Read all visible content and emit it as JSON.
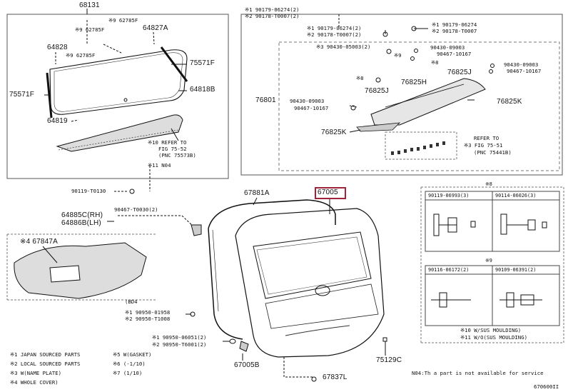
{
  "top_left": {
    "p68131": "68131",
    "p62785F_a": "※9 62785F",
    "p62785F_b": "※9 62785F",
    "p64827A": "64827A",
    "p64828": "64828",
    "p62785F_c": "※9 62785F",
    "p75571F_r": "75571F",
    "p75571F_l": "75571F",
    "p64818B": "64818B",
    "p64819": "64819",
    "refer_a": "※10 REFER TO",
    "refer_b": "FIG 75-52",
    "refer_c": "(PNC 75573B)",
    "n04": "※11 N04",
    "p90119": "90119-T0130"
  },
  "top_right": {
    "l1": "※1 90179-06274(2)",
    "l2": "※2 90178-T0007(2)",
    "l3": "※1 90179-06274(2)",
    "l4": "※2 90178-T0007(2)",
    "r1": "※1 90179-06274",
    "r2": "※2 90178-T0007",
    "m1": "※3 90430-05003(2)",
    "m2": "※9",
    "m3": "90430-09003",
    "m4": "90467-10167",
    "m5": "※8",
    "m6": "※8",
    "m7": "90430-09003",
    "m8": "90467-10167",
    "p76825J_a": "76825J",
    "p76825J_b": "76825J",
    "p76825H": "76825H",
    "p76801": "76801",
    "f1": "90430-09003",
    "f2": "90467-10167",
    "p76825K_r": "76825K",
    "p76825K_l": "76825K",
    "ref1": "REFER TO",
    "ref2": "※3 FIG 75-51",
    "ref3": "(PNC 75441B)"
  },
  "middle": {
    "p67881A": "67881A",
    "p67005": "67005",
    "p64885C": "64885C(RH)",
    "p64886B": "64886B(LH)",
    "p90467": "90467-T0030(2)",
    "p67847A": "※4 67847A",
    "c1": "(BD4",
    "c2": "※1 90950-01958",
    "c3": "※2 90950-T1008",
    "c4": "※1 90950-06051(2)",
    "c5": "※2 90950-T6001(2)",
    "p67005B": "67005B",
    "p75129C": "75129C",
    "p67837L": "67837L"
  },
  "legend": {
    "l1": "※1 JAPAN SOURCED PARTS",
    "l2": "※2 LOCAL SOURCED PARTS",
    "l3": "※3 W(NAME PLATE)",
    "l4": "※4 WHOLE COVER)",
    "l5": "※5 W(GASKET)",
    "l6": "※6 (-1/10)",
    "l7": "※7 (1/10)"
  },
  "tables": {
    "t8_title": "※8",
    "t8_c1": "90119-06993(3)",
    "t8_c2": "90114-06026(3)",
    "t9_title": "※9",
    "t9_c1": "90116-06172(2)",
    "t9_c2": "90109-06391(2)",
    "n10": "※10 W/SUS MOULDING)",
    "n11": "※11 W/O(SUS MOULDING)"
  },
  "footer": {
    "note": "N04:Th a part is not available for service",
    "figno": "670600II"
  }
}
